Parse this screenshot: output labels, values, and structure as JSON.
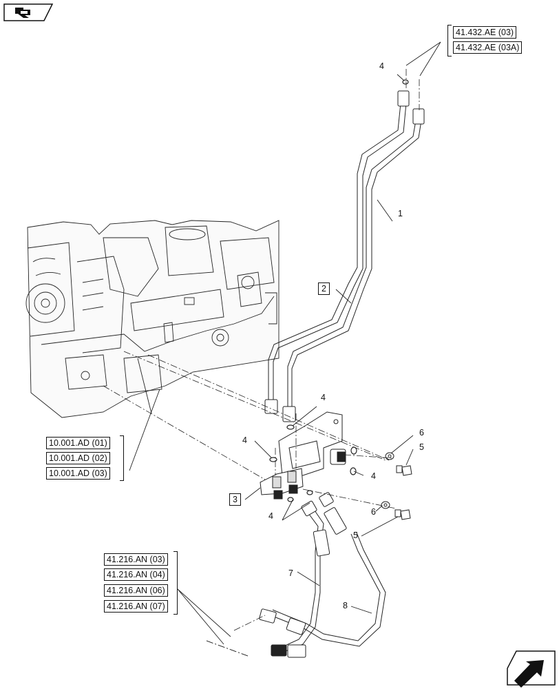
{
  "refs": {
    "top_1": "41.432.AE (03)",
    "top_2": "41.432.AE (03A)",
    "engine_1": "10.001.AD (01)",
    "engine_2": "10.001.AD (02)",
    "engine_3": "10.001.AD (03)",
    "hose_1": "41.216.AN (03)",
    "hose_2": "41.216.AN (04)",
    "hose_3": "41.216.AN (06)",
    "hose_4": "41.216.AN (07)"
  },
  "callouts": {
    "c1": "1",
    "c2": "2",
    "c3": "3",
    "c4a": "4",
    "c4b": "4",
    "c4c": "4",
    "c4d": "4",
    "c4e": "4",
    "c5a": "5",
    "c5b": "5",
    "c6a": "6",
    "c6b": "6",
    "c7": "7",
    "c8": "8"
  },
  "icons": {
    "top_left": "previous-page-icon",
    "bottom_right": "next-page-icon"
  }
}
